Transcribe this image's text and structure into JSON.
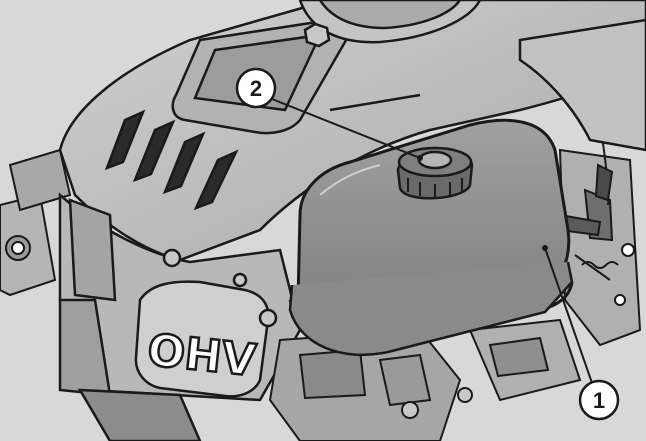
{
  "figure": {
    "engine_badge": "OHV",
    "callouts": [
      {
        "number": "1",
        "part": "air-filter-cover"
      },
      {
        "number": "2",
        "part": "oil-fill-cap"
      }
    ]
  },
  "colors": {
    "background": "#d8d8d8",
    "engine_body": "#bdbdbd",
    "engine_shadow": "#9a9a9a",
    "air_filter_cover": "#8e8e8e",
    "outline": "#1a1a1a",
    "callout_fill": "#ffffff"
  }
}
